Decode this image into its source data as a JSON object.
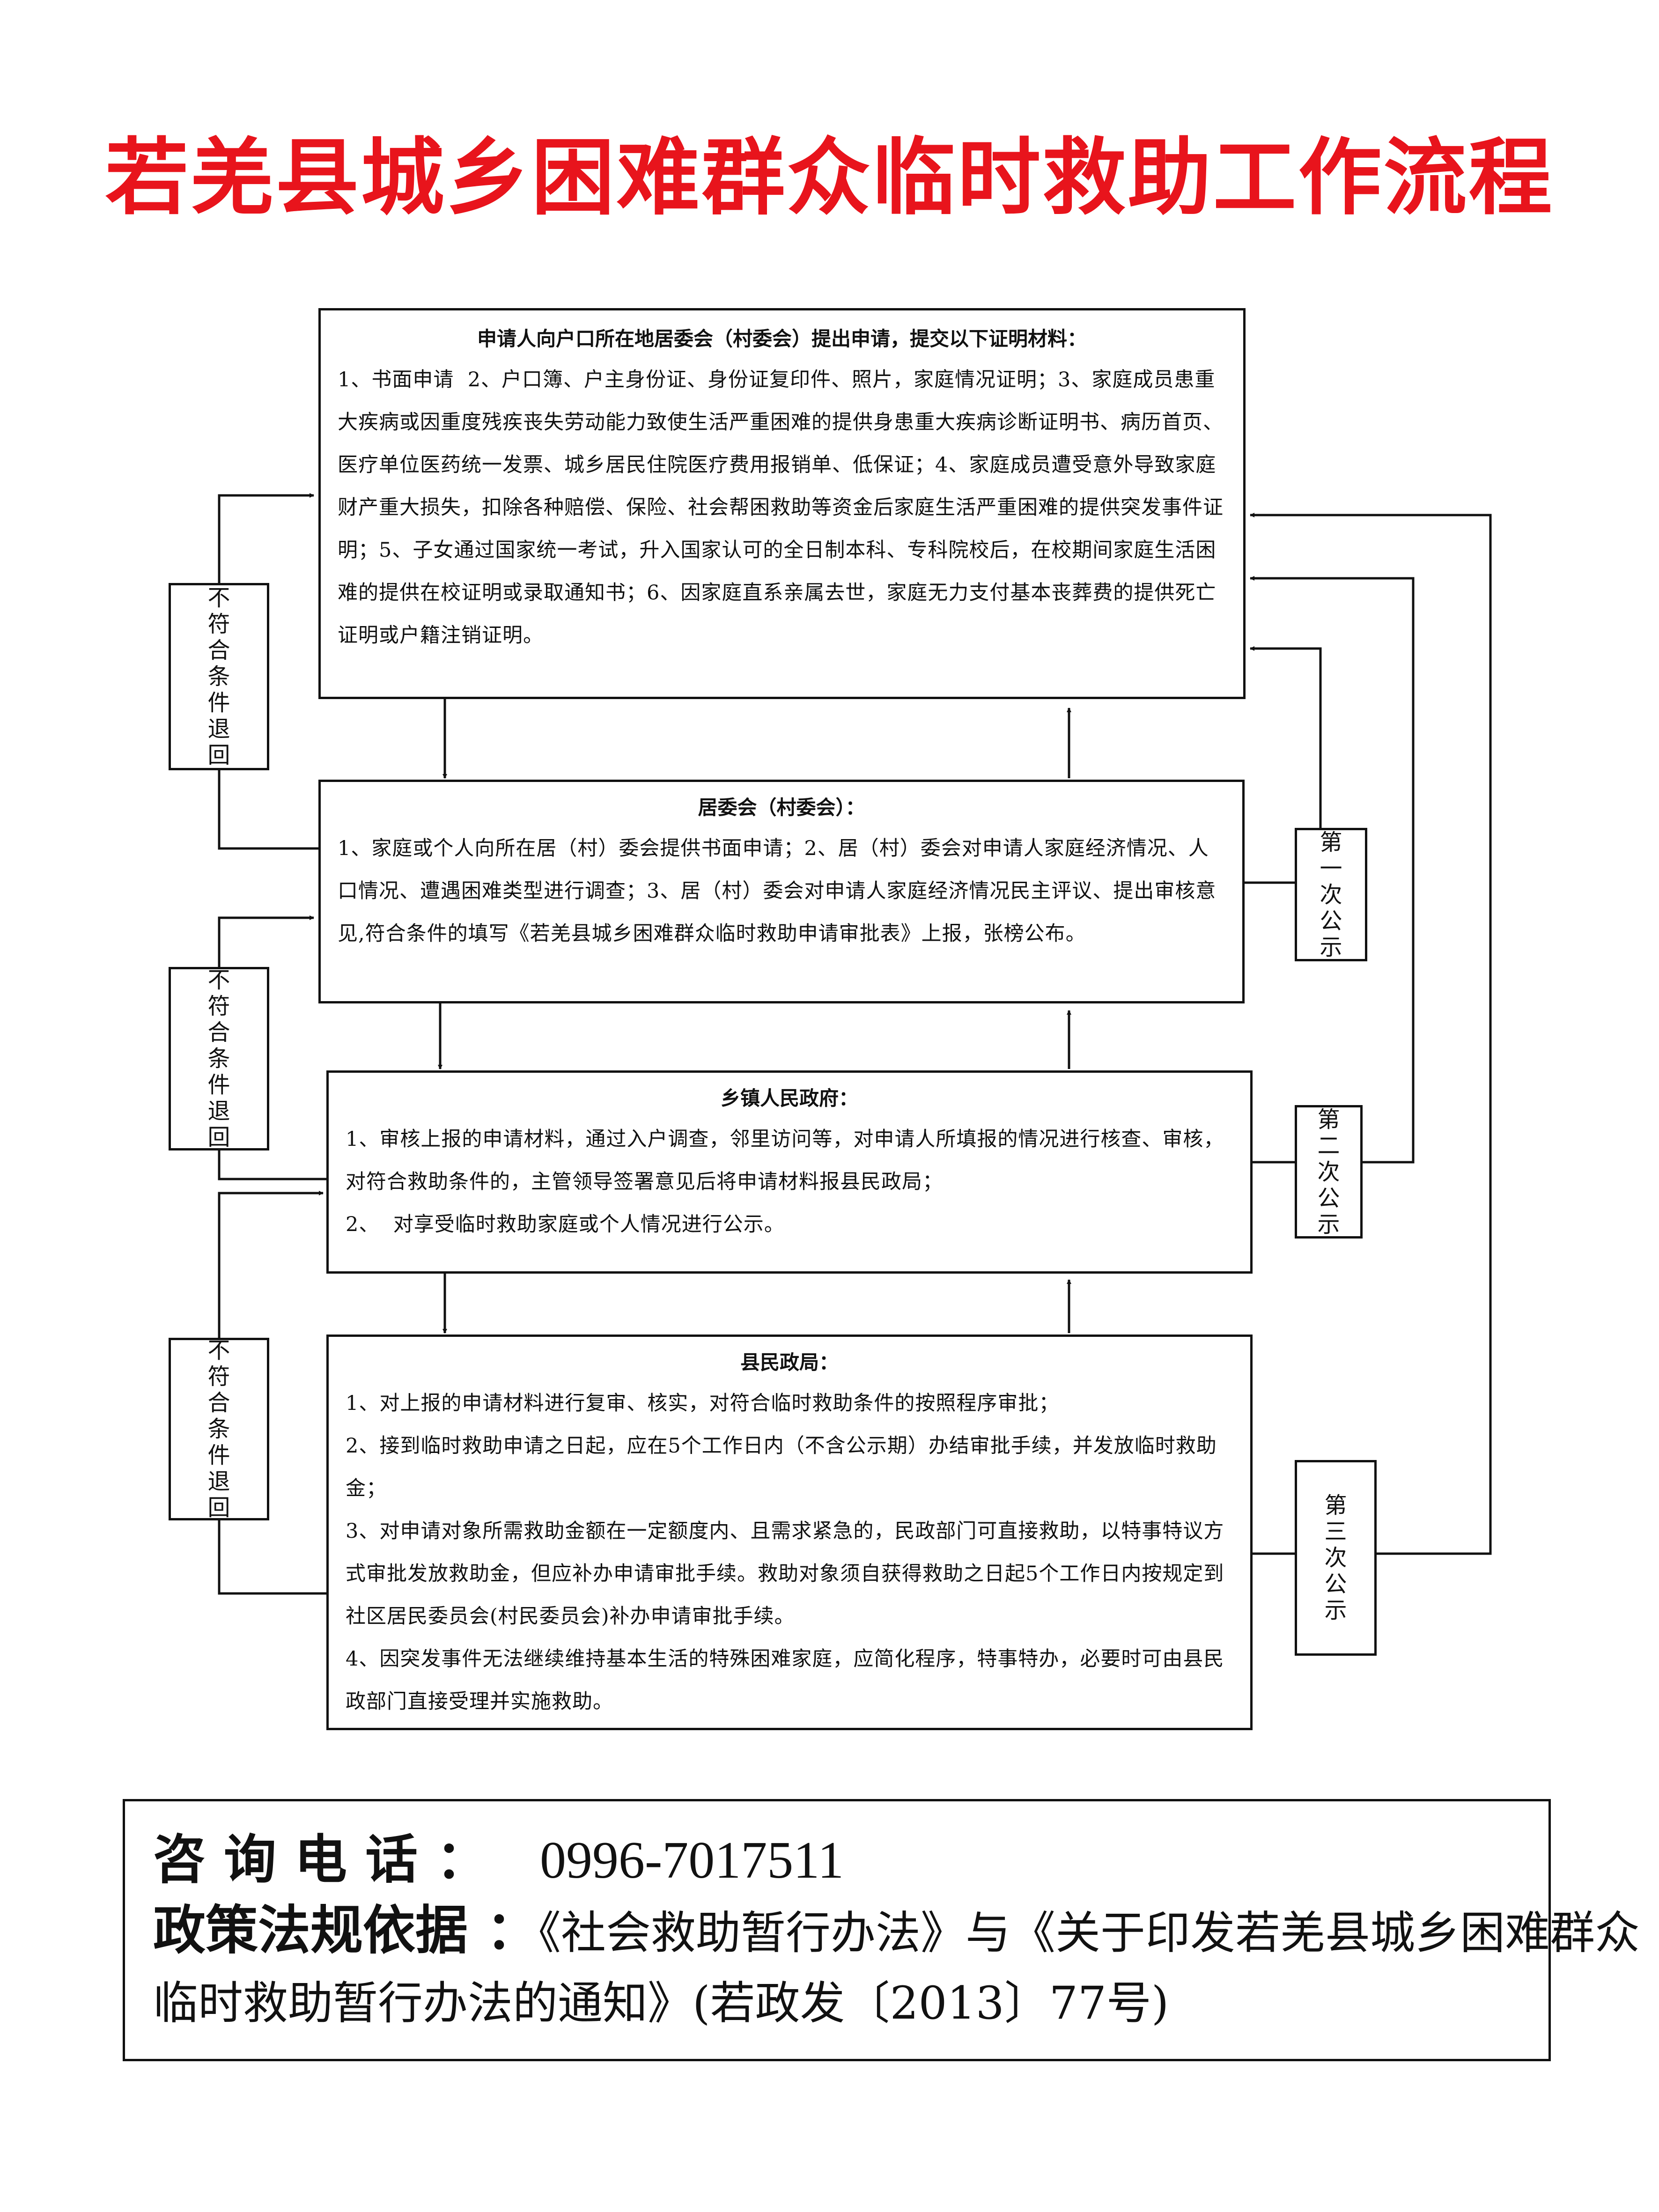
{
  "title": "若羌县城乡困难群众临时救助工作流程",
  "boxes": {
    "apply": {
      "heading": "申请人向户口所在地居委会（村委会）提出申请，提交以下证明材料：",
      "body": "1、书面申请  2、户口簿、户主身份证、身份证复印件、照片，家庭情况证明；3、家庭成员患重大疾病或因重度残疾丧失劳动能力致使生活严重困难的提供身患重大疾病诊断证明书、病历首页、医疗单位医药统一发票、城乡居民住院医疗费用报销单、低保证；4、家庭成员遭受意外导致家庭财产重大损失，扣除各种赔偿、保险、社会帮困救助等资金后家庭生活严重困难的提供突发事件证明；5、子女通过国家统一考试，升入国家认可的全日制本科、专科院校后，在校期间家庭生活困难的提供在校证明或录取通知书；6、因家庭直系亲属去世，家庭无力支付基本丧葬费的提供死亡证明或户籍注销证明。"
    },
    "village": {
      "heading": "居委会（村委会）：",
      "body": "1、家庭或个人向所在居（村）委会提供书面申请；2、居（村）委会对申请人家庭经济情况、人口情况、遭遇困难类型进行调查；3、居（村）委会对申请人家庭经济情况民主评议、提出审核意见,符合条件的填写《若羌县城乡困难群众临时救助申请审批表》上报，张榜公布。"
    },
    "town": {
      "heading": "乡镇人民政府：",
      "body": "1、审核上报的申请材料，通过入户调查，邻里访问等，对申请人所填报的情况进行核查、审核，对符合救助条件的，主管领导签署意见后将申请材料报县民政局；\n2、  对享受临时救助家庭或个人情况进行公示。"
    },
    "county": {
      "heading": "县民政局：",
      "body": "1、对上报的申请材料进行复审、核实，对符合临时救助条件的按照程序审批；\n2、接到临时救助申请之日起，应在5个工作日内（不含公示期）办结审批手续，并发放临时救助金；\n3、对申请对象所需救助金额在一定额度内、且需求紧急的，民政部门可直接救助，以特事特议方式审批发放救助金，但应补办申请审批手续。救助对象须自获得救助之日起5个工作日内按规定到社区居民委员会(村民委员会)补办申请审批手续。\n4、因突发事件无法继续维持基本生活的特殊困难家庭，应简化程序，特事特办，必要时可由县民政部门直接受理并实施救助。"
    }
  },
  "side_labels": {
    "return1": "不符合条件退回",
    "return2": "不符合条件退回",
    "return3": "不符合条件退回",
    "notice1": "第一次公示",
    "notice2": "第二次公示",
    "notice3": "第三次公示"
  },
  "footer": {
    "phone_label": "咨 询 电 话 ：",
    "phone": "0996-7017511",
    "policy_label": "政策法规依据 ：",
    "policy_line1": "《社会救助暂行办法》与《关于印发若羌县城乡困难群众",
    "policy_line2": "临时救助暂行办法的通知》(若政发〔2013〕77号)"
  }
}
